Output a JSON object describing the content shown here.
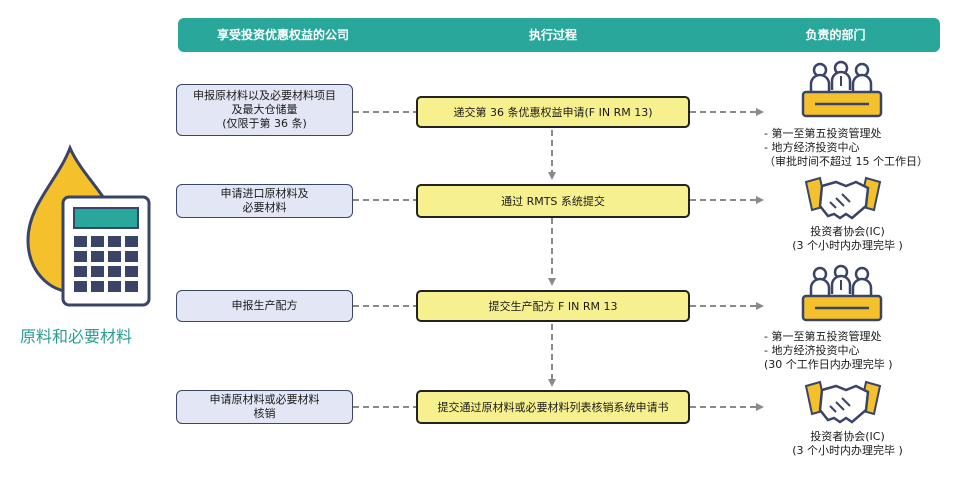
{
  "header": {
    "col1": "享受投资优惠权益的公司",
    "col2": "执行过程",
    "col3": "负责的部门"
  },
  "caption": "原料和必要材料",
  "rows": [
    {
      "company": "申报原材料以及必要材料项目\n及最大仓储量\n(仅限于第 36 条)",
      "process": "递交第 36 条优惠权益申请(F IN RM 13)",
      "dept_icon": "meeting-people-icon",
      "dept": "- 第一至第五投资管理处\n- 地方经济投资中心\n（审批时间不超过 15 个工作日）"
    },
    {
      "company": "申请进口原材料及\n必要材料",
      "process": "通过 RMTS 系统提交",
      "dept_icon": "handshake-icon",
      "dept": "投资者协会(IC)\n(3 个小时内办理完毕 )"
    },
    {
      "company": "申报生产配方",
      "process": "提交生产配方 F IN RM 13",
      "dept_icon": "meeting-people-icon",
      "dept": "- 第一至第五投资管理处\n- 地方经济投资中心\n(30 个工作日内办理完毕 )"
    },
    {
      "company": "申请原材料或必要材料\n核销",
      "process": "提交通过原材料或必要材料列表核销系统申请书",
      "dept_icon": "handshake-icon",
      "dept": "投资者协会(IC)\n(3 个小时内办理完毕 )"
    }
  ],
  "colors": {
    "header": "#2aa79b",
    "company_box": "#e3e7f5",
    "process_box": "#f6f08e",
    "accent_yellow": "#f4c12d",
    "icon_navy": "#3a4466"
  }
}
